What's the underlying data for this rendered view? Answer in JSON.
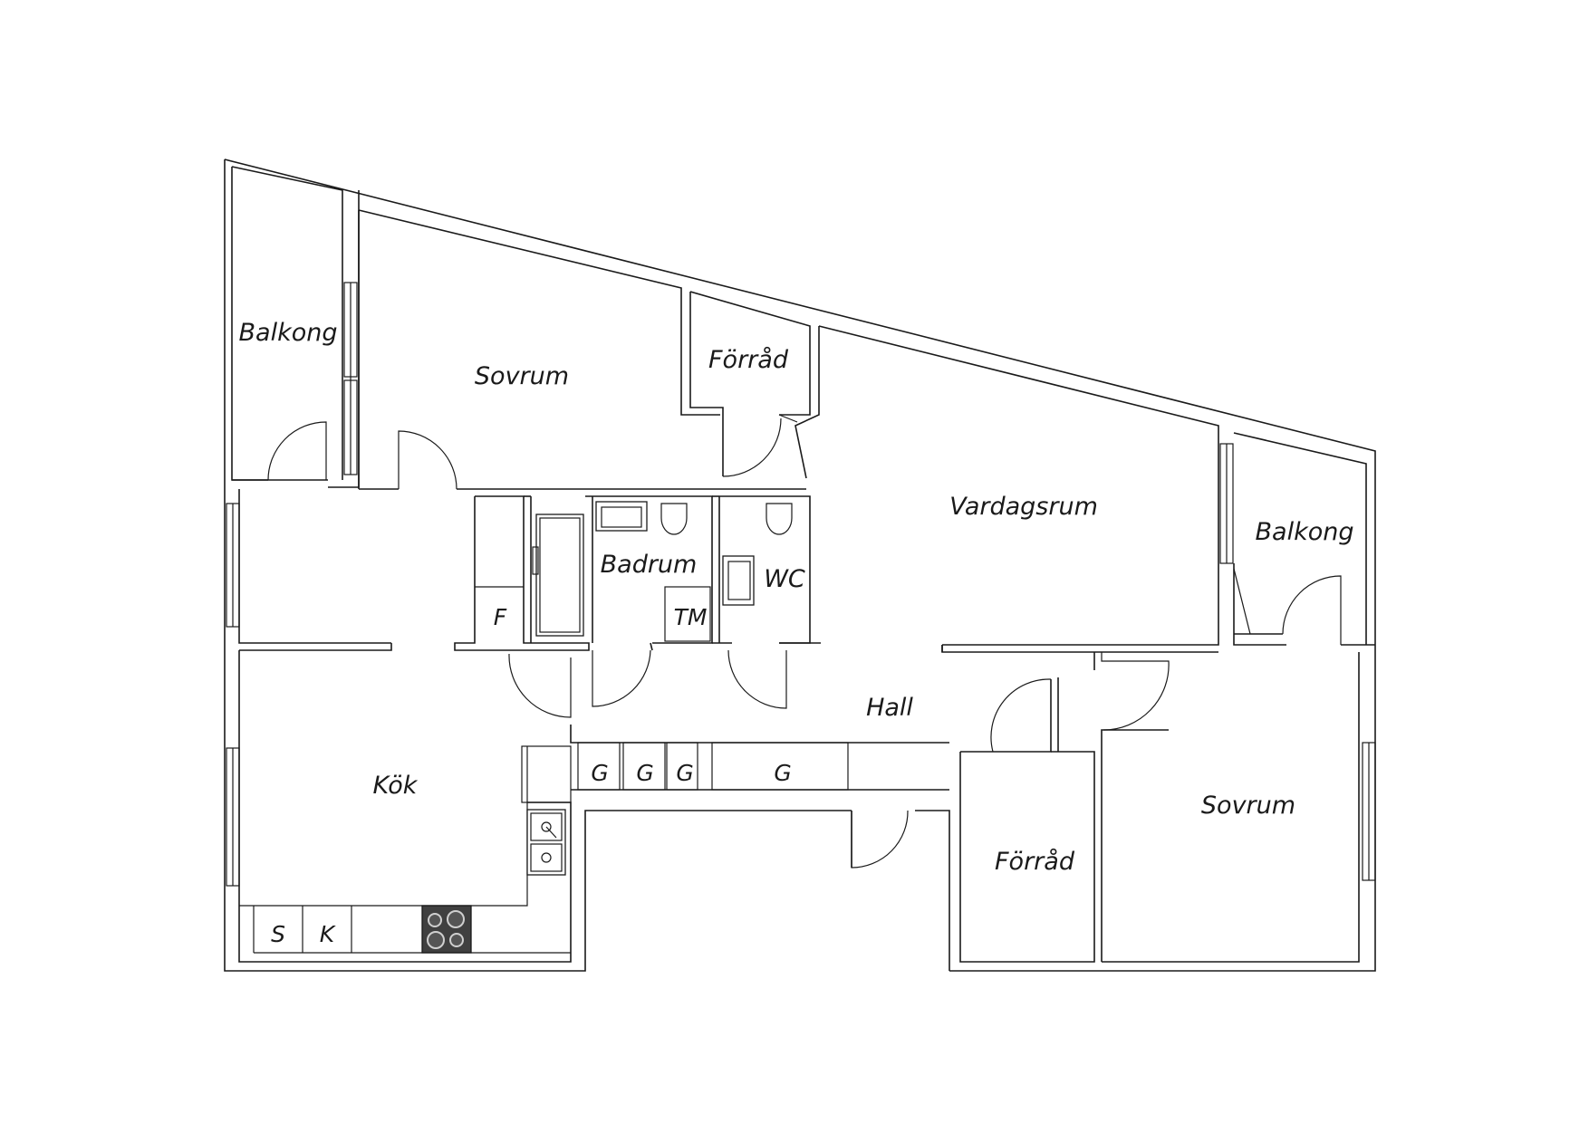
{
  "rooms": {
    "balkong_left": "Balkong",
    "sovrum_top": "Sovrum",
    "forrad_top": "Förråd",
    "vardagsrum": "Vardagsrum",
    "balkong_right": "Balkong",
    "badrum": "Badrum",
    "wc": "WC",
    "kok": "Kök",
    "hall": "Hall",
    "forrad_bottom": "Förråd",
    "sovrum_bottom": "Sovrum"
  },
  "fixtures": {
    "f": "F",
    "tm": "TM",
    "g1": "G",
    "g2": "G",
    "g3": "G",
    "g4": "G",
    "s": "S",
    "k": "K"
  }
}
